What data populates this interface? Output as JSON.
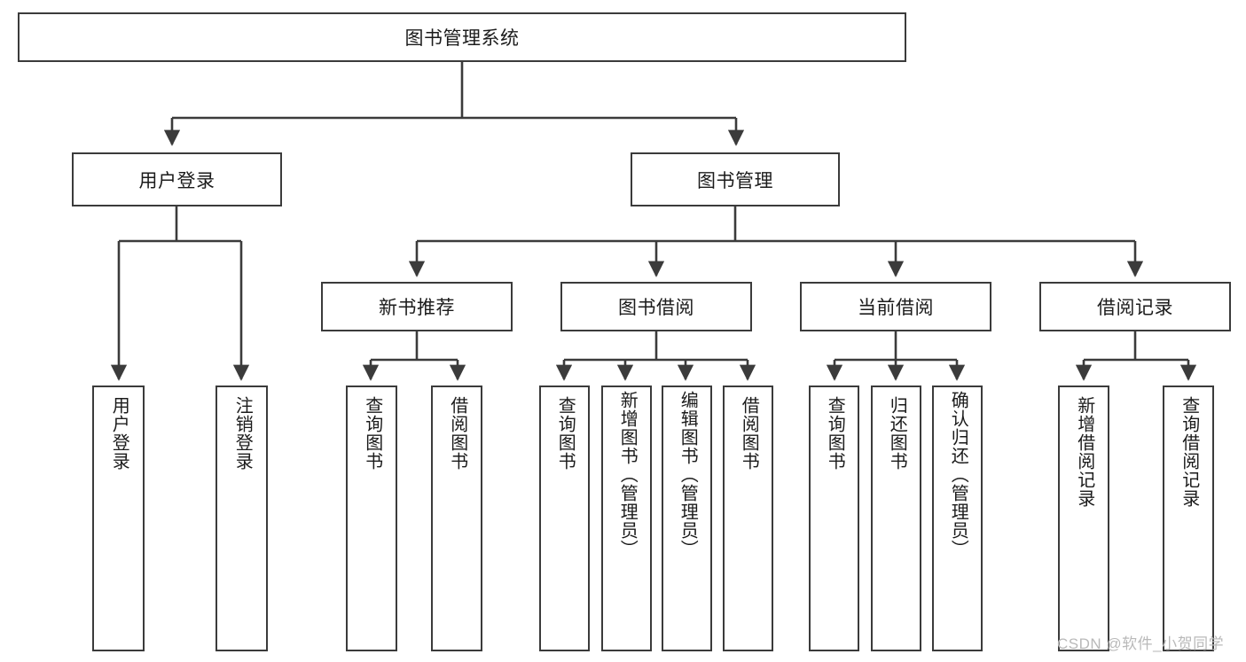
{
  "diagram": {
    "title_node": {
      "label": "图书管理系统"
    },
    "level1": [
      {
        "id": "user-login",
        "label": "用户登录"
      },
      {
        "id": "book-manage",
        "label": "图书管理"
      }
    ],
    "level2": [
      {
        "id": "new-book-recommend",
        "label": "新书推荐"
      },
      {
        "id": "book-borrow",
        "label": "图书借阅"
      },
      {
        "id": "current-borrow",
        "label": "当前借阅"
      },
      {
        "id": "borrow-record",
        "label": "借阅记录"
      }
    ],
    "leaves": [
      {
        "id": "leaf-user-login",
        "label": "用户登录",
        "parent": "user-login"
      },
      {
        "id": "leaf-user-logout",
        "label": "注销登录",
        "parent": "user-login"
      },
      {
        "id": "leaf-query-book-1",
        "label": "查询图书",
        "parent": "new-book-recommend"
      },
      {
        "id": "leaf-borrow-book-1",
        "label": "借阅图书",
        "parent": "new-book-recommend"
      },
      {
        "id": "leaf-query-book-2",
        "label": "查询图书",
        "parent": "book-borrow"
      },
      {
        "id": "leaf-add-book",
        "label": "新增图书（管理员）",
        "parent": "book-borrow"
      },
      {
        "id": "leaf-edit-book",
        "label": "编辑图书（管理员）",
        "parent": "book-borrow"
      },
      {
        "id": "leaf-borrow-book-2",
        "label": "借阅图书",
        "parent": "book-borrow"
      },
      {
        "id": "leaf-query-book-3",
        "label": "查询图书",
        "parent": "current-borrow"
      },
      {
        "id": "leaf-return-book",
        "label": "归还图书",
        "parent": "current-borrow"
      },
      {
        "id": "leaf-confirm-return",
        "label": "确认归还（管理员）",
        "parent": "current-borrow"
      },
      {
        "id": "leaf-add-record",
        "label": "新增借阅记录",
        "parent": "borrow-record"
      },
      {
        "id": "leaf-query-record",
        "label": "查询借阅记录",
        "parent": "borrow-record"
      }
    ],
    "watermark": "CSDN @软件_小贺同学",
    "colors": {
      "stroke": "#3b3b3b",
      "background": "#ffffff",
      "text": "#1b1b1b",
      "watermark": "#b9b9b9"
    }
  }
}
